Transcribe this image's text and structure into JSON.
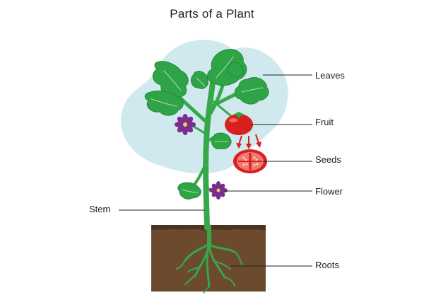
{
  "title": "Parts of a Plant",
  "labels": {
    "leaves": "Leaves",
    "fruit": "Fruit",
    "seeds": "Seeds",
    "flower": "Flower",
    "stem": "Stem",
    "roots": "Roots"
  },
  "colors": {
    "background_blob": "#cfe9ef",
    "stem": "#36a84a",
    "leaf": "#2fa446",
    "leaf_vein": "#a9e0b0",
    "fruit": "#d8201f",
    "fruit_highlight": "#f06a63",
    "fruit_inner": "#f07a73",
    "flower": "#7b2d8e",
    "flower_center": "#e9d25a",
    "soil": "#6b4a2d",
    "soil_top": "#4a3420",
    "arrow": "#d8201f",
    "leader_line": "#222222"
  }
}
